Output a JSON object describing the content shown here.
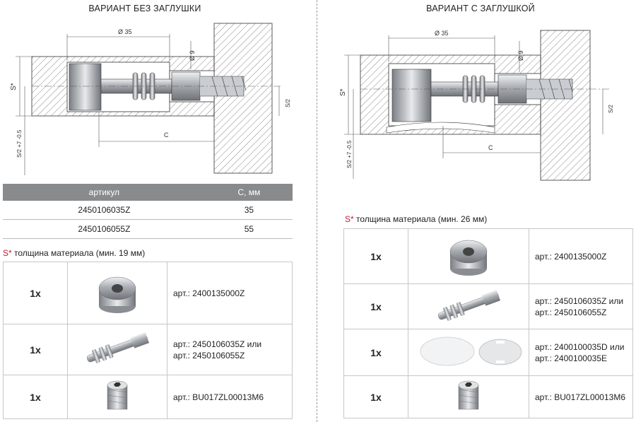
{
  "left": {
    "title": "ВАРИАНТ БЕЗ ЗАГЛУШКИ",
    "drawing": {
      "dim_diameter_35": "Ø 35",
      "dim_diameter_9": "Ø 9",
      "dim_s": "S*",
      "dim_s_half": "S/2",
      "dim_s_half_plus": "S/2 +7 -0.5",
      "dim_c": "C"
    },
    "table": {
      "headers": [
        "артикул",
        "С, мм"
      ],
      "rows": [
        [
          "2450106035Z",
          "35"
        ],
        [
          "2450106055Z",
          "55"
        ]
      ]
    },
    "note": {
      "mark": "S*",
      "text": "толщина материала  (мин. 19 мм)"
    },
    "parts": [
      {
        "qty": "1x",
        "icon": "cam-housing-icon",
        "lines": [
          "арт.: 2400135000Z"
        ]
      },
      {
        "qty": "1x",
        "icon": "connector-bolt-icon",
        "lines": [
          "арт.: 2450106035Z или",
          "арт.: 2450106055Z"
        ]
      },
      {
        "qty": "1x",
        "icon": "threaded-insert-icon",
        "lines": [
          "арт.: BU017ZL00013M6"
        ]
      }
    ]
  },
  "right": {
    "title": "ВАРИАНТ С ЗАГЛУШКОЙ",
    "drawing": {
      "dim_diameter_35": "Ø 35",
      "dim_diameter_9": "Ø 9",
      "dim_s": "S*",
      "dim_s_half": "S/2",
      "dim_s_half_plus": "S/2 +7 -0.5",
      "dim_c": "C"
    },
    "note": {
      "mark": "S*",
      "text": "толщина материала  (мин. 26 мм)"
    },
    "parts": [
      {
        "qty": "1x",
        "icon": "cam-housing-icon",
        "lines": [
          "арт.: 2400135000Z"
        ]
      },
      {
        "qty": "1x",
        "icon": "connector-bolt-icon",
        "lines": [
          "арт.: 2450106035Z или",
          "арт.: 2450106055Z"
        ]
      },
      {
        "qty": "1x",
        "icon": "cover-cap-icon",
        "lines": [
          "арт.: 2400100035D или",
          "арт.: 2400100035E"
        ]
      },
      {
        "qty": "1x",
        "icon": "threaded-insert-icon",
        "lines": [
          "арт.: BU017ZL00013M6"
        ]
      }
    ]
  }
}
